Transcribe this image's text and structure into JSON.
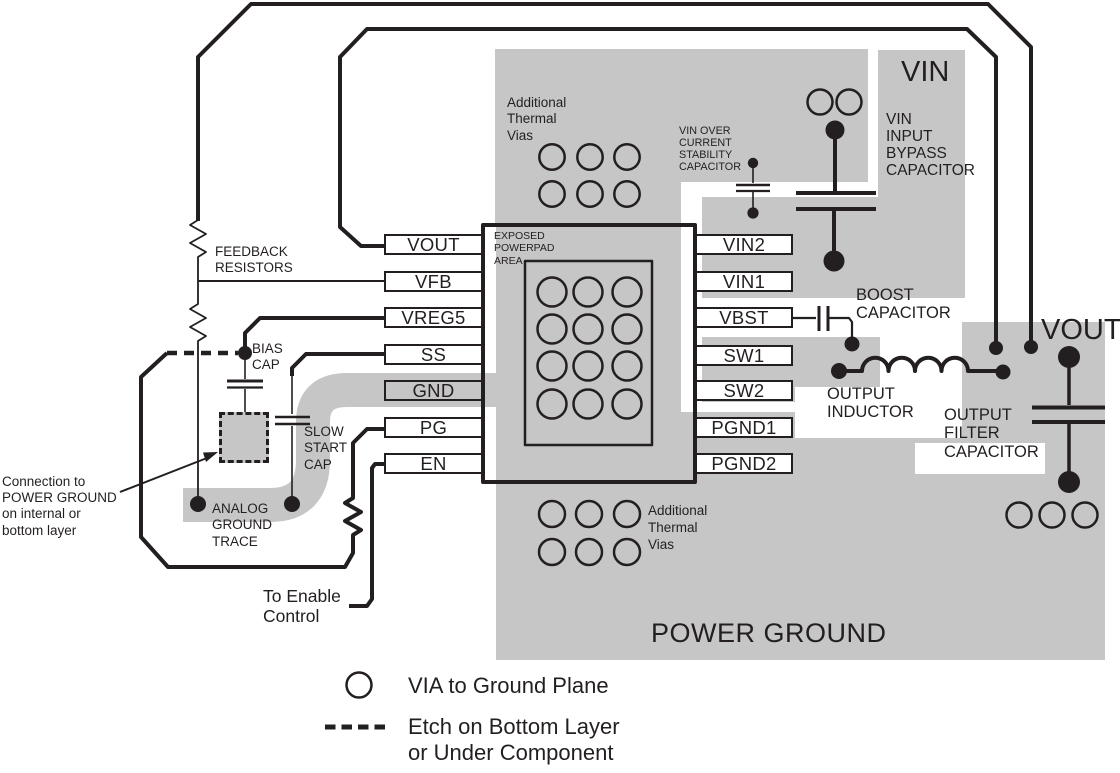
{
  "colors": {
    "plane_gray": "#c6c6c6",
    "line_black": "#231f20",
    "background": "#ffffff"
  },
  "ic": {
    "powerpad_note": "EXPOSED\nPOWERPAD\nAREA",
    "pins_left": [
      {
        "label": "VOUT"
      },
      {
        "label": "VFB"
      },
      {
        "label": "VREG5"
      },
      {
        "label": "SS"
      },
      {
        "label": "GND"
      },
      {
        "label": "PG"
      },
      {
        "label": "EN"
      }
    ],
    "pins_right": [
      {
        "label": "VIN2"
      },
      {
        "label": "VIN1"
      },
      {
        "label": "VBST"
      },
      {
        "label": "SW1"
      },
      {
        "label": "SW2"
      },
      {
        "label": "PGND1"
      },
      {
        "label": "PGND2"
      }
    ]
  },
  "labels": {
    "vin_title": "VIN",
    "vout_title": "VOUT",
    "power_ground": "POWER GROUND",
    "feedback_resistors": "FEEDBACK\nRESISTORS",
    "bias_cap": "BIAS\nCAP",
    "slow_start_cap": "SLOW\nSTART\nCAP",
    "analog_ground_trace": "ANALOG\nGROUND\nTRACE",
    "connection_note": "Connection to\nPOWER GROUND\non internal or\nbottom layer",
    "to_enable_control": "To Enable\nControl",
    "thermal_vias_top": "Additional\nThermal\nVias",
    "thermal_vias_bottom": "Additional\nThermal\nVias",
    "vin_over_current_cap": "VIN OVER\nCURRENT\nSTABILITY\nCAPACITOR",
    "vin_input_bypass_cap": "VIN\nINPUT\nBYPASS\nCAPACITOR",
    "boost_capacitor": "BOOST\nCAPACITOR",
    "output_inductor": "OUTPUT\nINDUCTOR",
    "output_filter_capacitor": "OUTPUT\nFILTER\nCAPACITOR"
  },
  "legend": {
    "via_symbol_meaning": "VIA to Ground Plane",
    "etch_symbol_meaning": "Etch on Bottom Layer\nor Under Component"
  }
}
